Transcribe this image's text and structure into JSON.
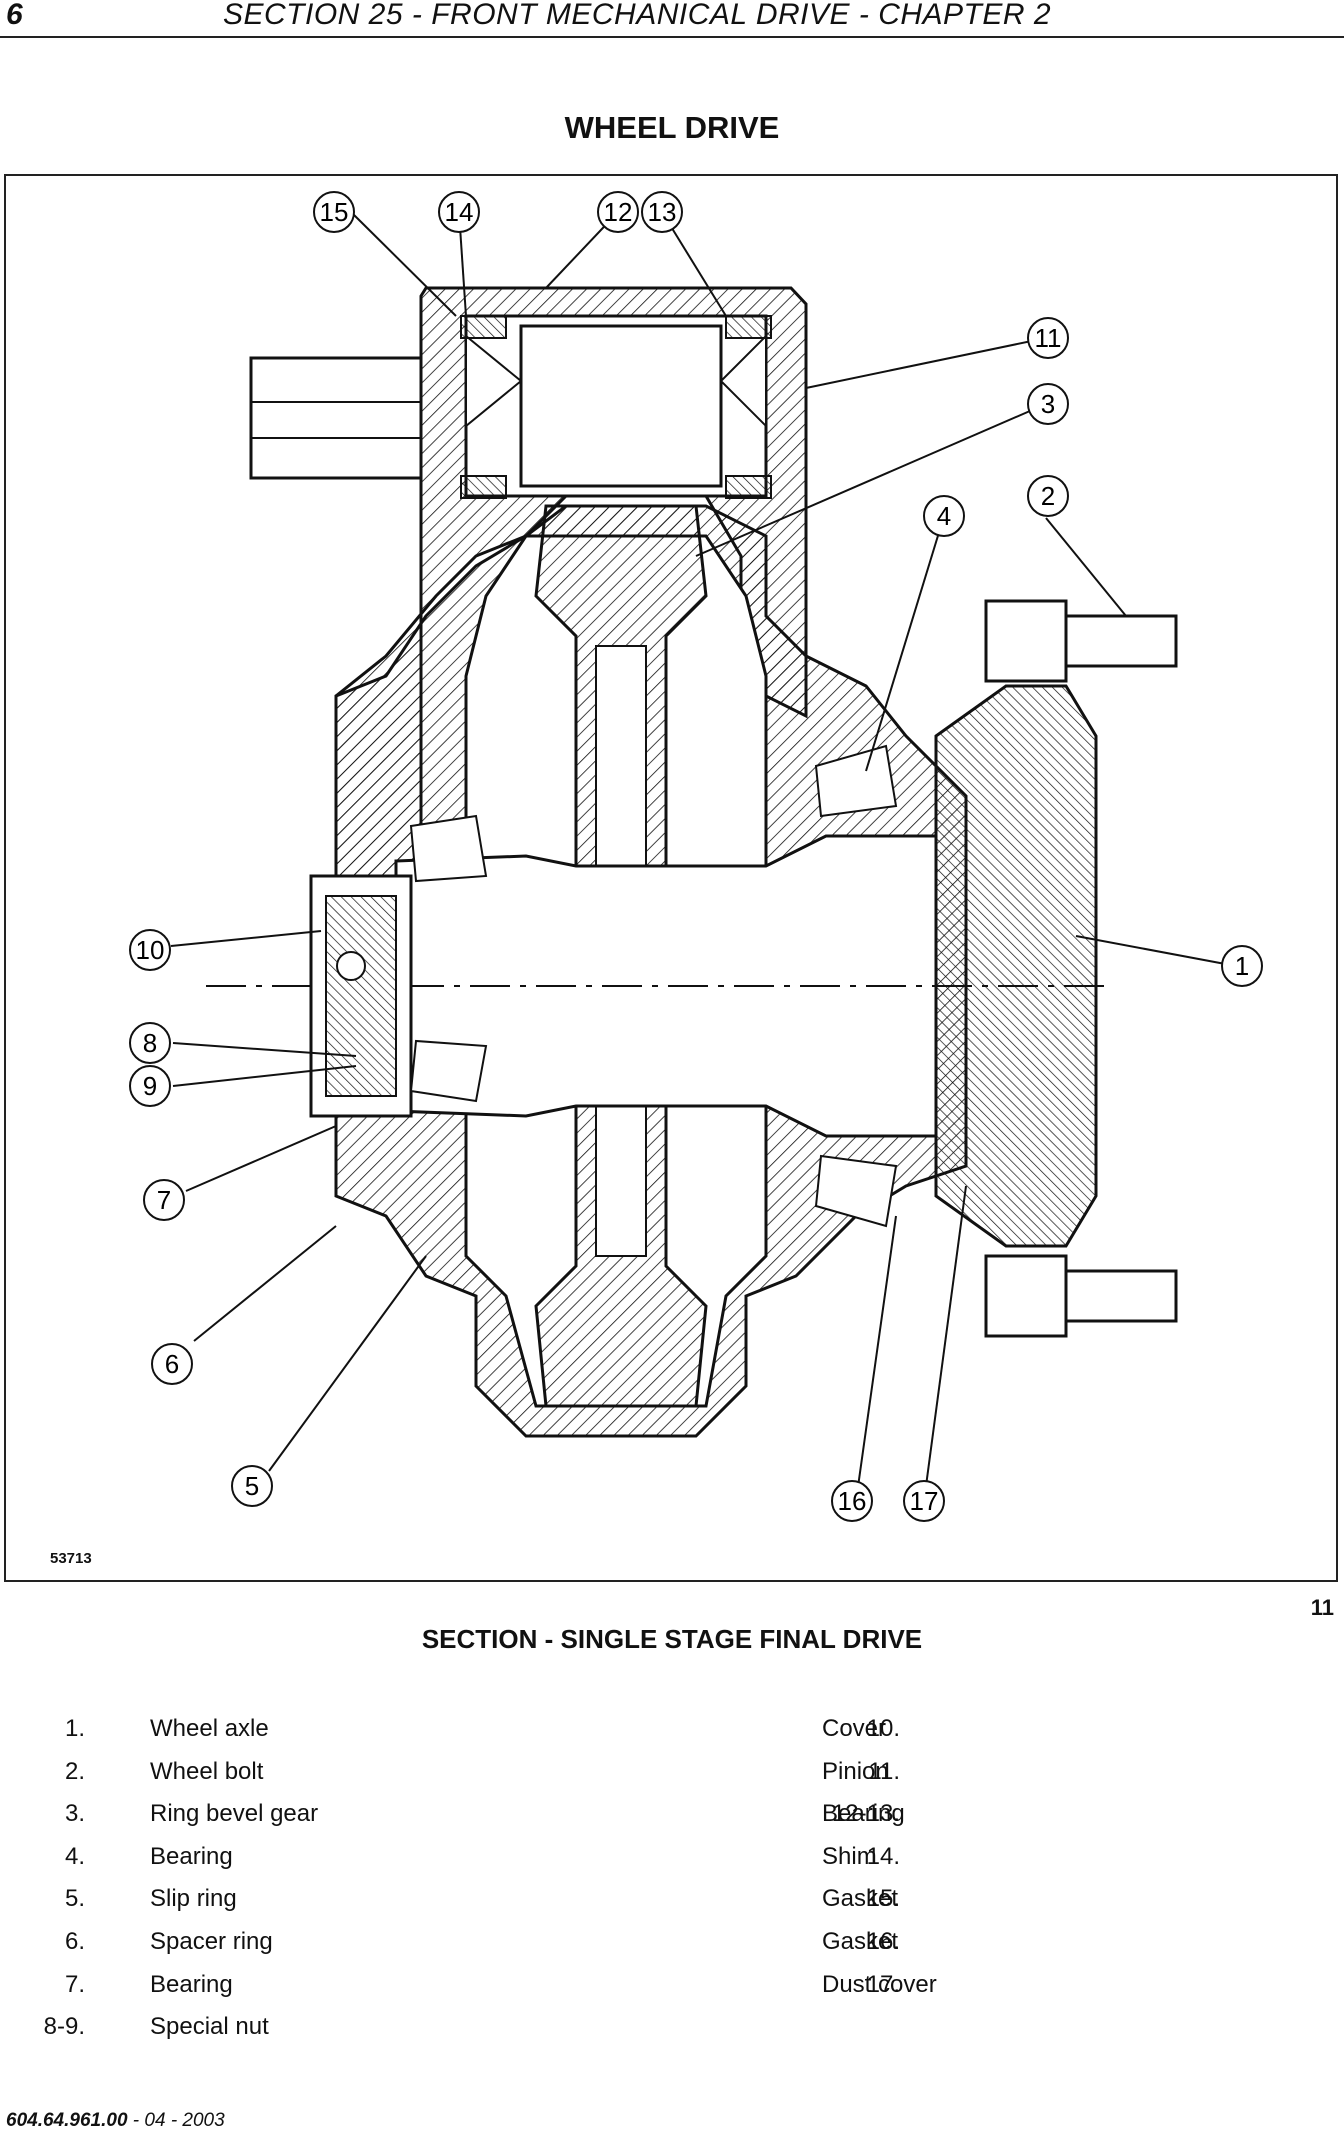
{
  "header": {
    "page_number": "6",
    "section_title": "SECTION 25 - FRONT MECHANICAL DRIVE - CHAPTER 2"
  },
  "title": "WHEEL DRIVE",
  "figure": {
    "code": "53713",
    "number": "11",
    "callouts": [
      "15",
      "14",
      "12",
      "13",
      "11",
      "3",
      "4",
      "2",
      "1",
      "10",
      "8",
      "9",
      "7",
      "6",
      "5",
      "16",
      "17"
    ]
  },
  "caption": "SECTION - SINGLE STAGE FINAL DRIVE",
  "legend": {
    "left": [
      {
        "num": "1.",
        "text": "Wheel axle"
      },
      {
        "num": "2.",
        "text": "Wheel bolt"
      },
      {
        "num": "3.",
        "text": "Ring bevel gear"
      },
      {
        "num": "4.",
        "text": "Bearing"
      },
      {
        "num": "5.",
        "text": "Slip ring"
      },
      {
        "num": "6.",
        "text": "Spacer ring"
      },
      {
        "num": "7.",
        "text": "Bearing"
      },
      {
        "num": "8-9.",
        "text": "Special nut"
      }
    ],
    "right": [
      {
        "num": "10.",
        "text": "Cover"
      },
      {
        "num": "11.",
        "text": "Pinion"
      },
      {
        "num": "12-13.",
        "text": "Bearing"
      },
      {
        "num": "14.",
        "text": "Shim"
      },
      {
        "num": "15.",
        "text": "Gasket"
      },
      {
        "num": "16.",
        "text": "Gasket"
      },
      {
        "num": "17.",
        "text": "Dust cover"
      }
    ]
  },
  "footer": {
    "doc_number": "604.64.961.00",
    "date": " - 04 - 2003"
  }
}
